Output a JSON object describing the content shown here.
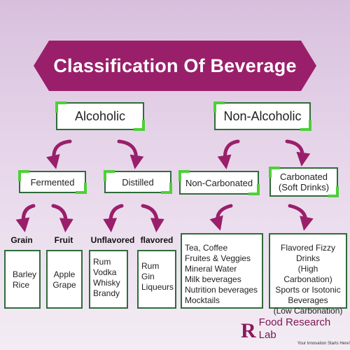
{
  "title": "Classification Of Beverage",
  "level1": {
    "alcoholic": "Alcoholic",
    "non_alcoholic": "Non-Alcoholic"
  },
  "level2": {
    "fermented": "Fermented",
    "distilled": "Distilled",
    "non_carbonated": "Non-Carbonated",
    "carbonated": [
      "Carbonated",
      "(Soft Drinks)"
    ]
  },
  "level3": {
    "grain": "Grain",
    "fruit": "Fruit",
    "unflavored": "Unflavored",
    "flavored": "flavored"
  },
  "leaves": {
    "grain": [
      "Barley",
      "Rice"
    ],
    "fruit": [
      "Apple",
      "Grape"
    ],
    "unflavored": [
      "Rum",
      "Vodka",
      "Whisky",
      "Brandy"
    ],
    "flavored": [
      "Rum",
      "Gin",
      "Liqueurs"
    ],
    "non_carbonated": [
      "Tea, Coffee",
      "Fruites & Veggies",
      "Mineral Water",
      "Milk beverages",
      "Nutrition beverages",
      "Mocktails"
    ],
    "carbonated": [
      "Flavored Fizzy",
      "Drinks",
      "(High Carbonation)",
      "Sports or Isotonic",
      "Beverages",
      "(Low Carbonation)"
    ]
  },
  "logo": {
    "mark": "R",
    "name": "Food Research Lab",
    "tagline": "Your Innovation Starts Here!"
  },
  "colors": {
    "banner": "#9a1f6a",
    "arrow": "#9a1f6a",
    "box_border": "#2f6b3a",
    "box_accent": "#4fcf3a"
  }
}
